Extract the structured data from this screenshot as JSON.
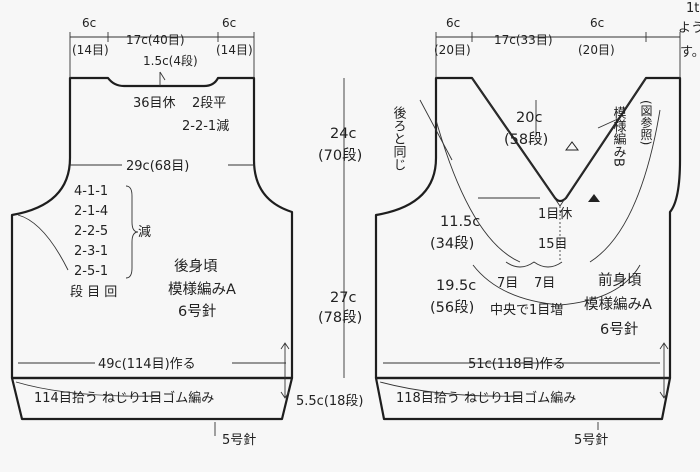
{
  "back": {
    "top_left_width": "6c",
    "top_left_stitches": "(14目)",
    "top_center": "17c(40目)",
    "top_right_width": "6c",
    "top_right_stitches": "(14目)",
    "neck_depth": "1.5c(4段)",
    "neck_bindoff": "36目休",
    "neck_flat": "2段平",
    "neck_decrease": "2-2-1減",
    "chest_width": "29c(68目)",
    "armhole_rows": [
      "4-1-1",
      "2-1-4",
      "2-2-5",
      "2-3-1",
      "2-5-1"
    ],
    "armhole_decrease_label": "減",
    "legend": "段 目 回",
    "title": "後身頃",
    "pattern": "模様編みA",
    "needle": "6号針",
    "cast_on": "49c(114目)作る",
    "ribbing": "114目拾う  ねじり1目ゴム編み",
    "rib_needle": "5号針"
  },
  "middle": {
    "armhole_height": "24c",
    "armhole_rows": "(70段)",
    "body_height": "27c",
    "body_rows": "(78段)",
    "rib_height": "5.5c(18段)"
  },
  "front": {
    "top_left_width": "6c",
    "top_left_stitches": "(20目)",
    "top_center": "17c(33目)",
    "top_right_width": "6c",
    "top_right_stitches": "(20目)",
    "same_as_back": "後ろと同じ",
    "pattern_b": "模様編みB",
    "pattern_b_ref": "(図参照)",
    "v_depth": "20c",
    "v_rows": "(58段)",
    "hold": "1目休",
    "section_width": "11.5c",
    "section_rows": "(34段)",
    "fifteen": "15目",
    "seven_left": "7目",
    "seven_right": "7目",
    "lower_width": "19.5c",
    "lower_rows": "(56段)",
    "center_increase": "中央で1目増",
    "title": "前身頃",
    "pattern": "模様編みA",
    "needle": "6号針",
    "cast_on": "51c(118目)作る",
    "ribbing": "118目拾う  ねじり1目ゴム編み",
    "rib_needle": "5号針"
  },
  "edge_text": {
    "line1": "1t",
    "line2": "よう",
    "line3": "す。"
  }
}
